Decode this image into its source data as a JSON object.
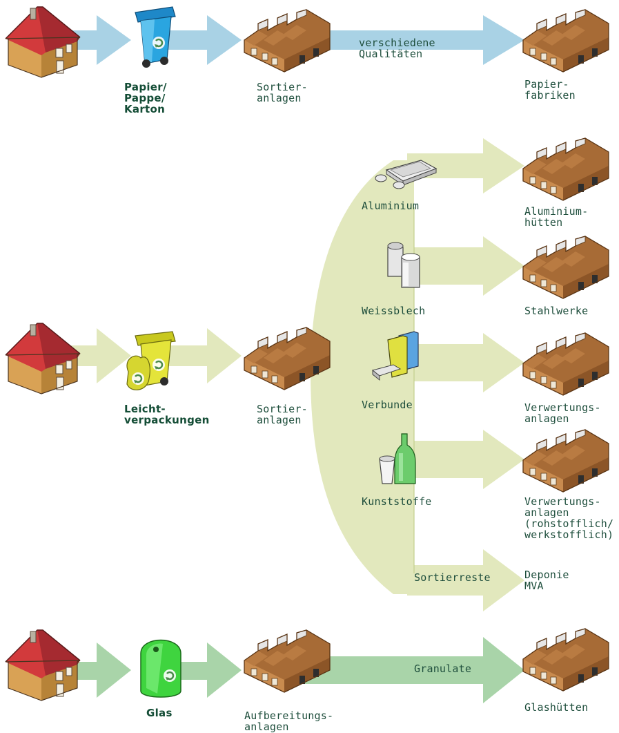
{
  "colors": {
    "paper_flow": "#a9d2e5",
    "lvp_flow": "#e2e8bd",
    "glass_flow": "#a9d4a9",
    "label_text": "#1e4e3c",
    "house_roof": "#c0343a",
    "house_wall": "#c8953f",
    "factory_body": "#b77a3f",
    "paper_bin": "#2aa5e0",
    "lvp_bin": "#e4e43a",
    "glass_container": "#3fd43f"
  },
  "icons": {
    "house": "house-icon",
    "factory": "factory-icon",
    "paper_bin": "blue-recycling-bin-icon",
    "lvp_bin": "yellow-recycling-bin-icon",
    "glass_container": "green-glass-container-icon",
    "aluminium": "aluminium-tray-icon",
    "weissblech": "tin-can-icon",
    "verbunde": "beverage-carton-icon",
    "kunststoffe": "plastic-bottle-icon"
  },
  "paper": {
    "collection": "Papier/\nPappe/\nKarton",
    "sorting": "Sortier-\nanlagen",
    "flow": "verschiedene\nQualitäten",
    "destination": "Papier-\nfabriken"
  },
  "lvp": {
    "collection": "Leicht-\nverpackungen",
    "sorting": "Sortier-\nanlagen",
    "fractions": [
      {
        "material": "Aluminium",
        "destination": "Aluminium-\nhütten"
      },
      {
        "material": "Weissblech",
        "destination": "Stahlwerke"
      },
      {
        "material": "Verbunde",
        "destination": "Verwertungs-\nanlagen"
      },
      {
        "material": "Kunststoffe",
        "destination": "Verwertungs-\nanlagen\n(rohstofflich/\nwerkstofflich)"
      },
      {
        "material": "Sortierreste",
        "destination": "Deponie\nMVA"
      }
    ]
  },
  "glass": {
    "collection": "Glas",
    "processing": "Aufbereitungs-\nanlagen",
    "flow": "Granulate",
    "destination": "Glashütten"
  }
}
